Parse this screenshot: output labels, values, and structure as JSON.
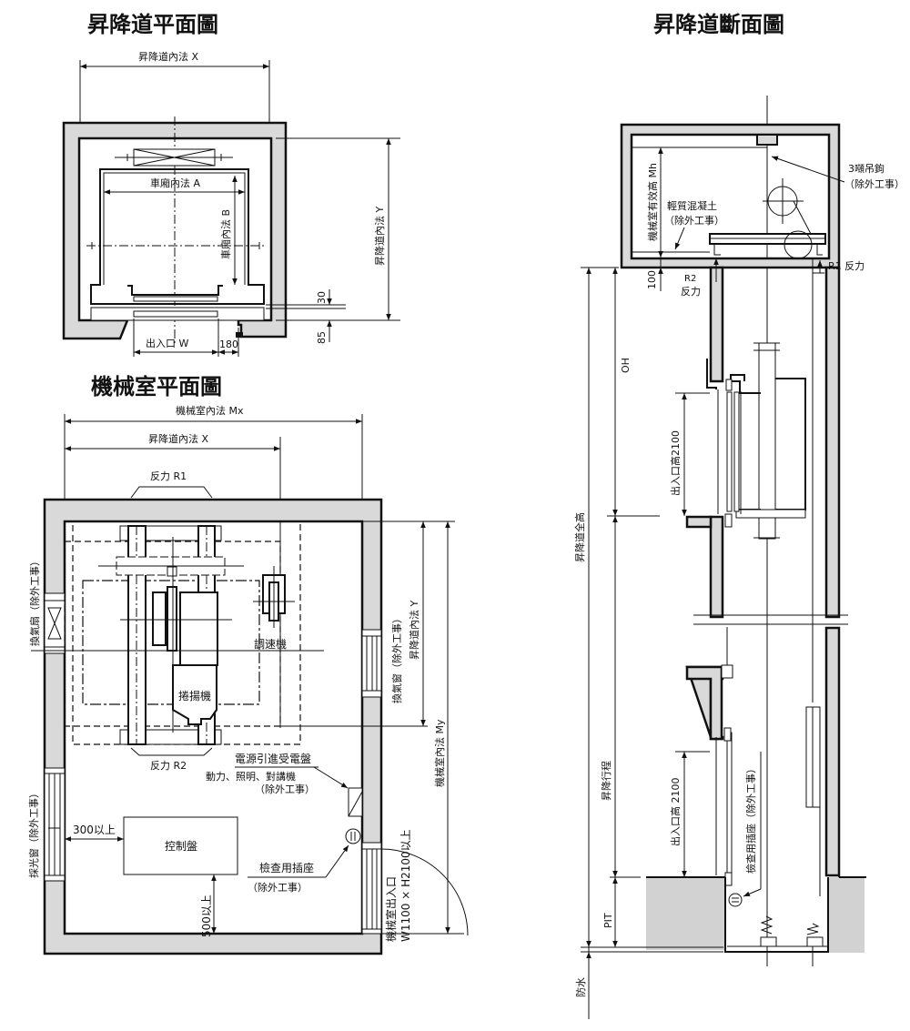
{
  "titles": {
    "hoistway_plan": "昇降道平面圖",
    "hoistway_section": "昇降道斷面圖",
    "machine_room_plan": "機械室平面圖"
  },
  "hoistway_plan": {
    "hoistway_inner_x": "昇降道內法 X",
    "hoistway_inner_y": "昇降道內法 Y",
    "car_inner_a": "車廂內法 A",
    "car_inner_b": "車廂內法 B",
    "entrance_w": "出入口 W",
    "dim_180": "180",
    "dim_30": "30",
    "dim_85": "85"
  },
  "machine_room_plan": {
    "room_inner_mx": "機械室內法 Mx",
    "room_inner_my": "機械室內法 My",
    "hoistway_inner_x": "昇降道內法 X",
    "hoistway_inner_y": "昇降道內法 Y",
    "reaction_r1": "反力 R1",
    "reaction_r2": "反力 R2",
    "governor": "調速機",
    "traction_machine": "捲揚機",
    "exhaust_fan": "換氣扇（除外工事）",
    "vent_window": "換氣窗（除外工事）",
    "skylight_window": "採光窗（除外工事）",
    "power_panel_title": "電源引進受電盤",
    "power_panel_desc": "動力、照明、對講機",
    "power_panel_note": "（除外工事）",
    "control_panel": "控制盤",
    "clearance_300": "300以上",
    "clearance_500": "500以上",
    "inspection_outlet": "檢查用插座",
    "inspection_outlet_note": "（除外工事）",
    "entrance_label": "機械室出入口",
    "entrance_size": "W1100 × H2100以上"
  },
  "hoistway_section": {
    "hoist_hook": "3噸吊鉤",
    "hoist_hook_note": "（除外工事）",
    "light_concrete": "輕質混凝土",
    "light_concrete_note": "（除外工事）",
    "effective_height_mh": "機械室有效高 Mh",
    "dim_100": "100",
    "reaction_r1": "R1 反力",
    "reaction_r2_a": "R2",
    "reaction_r2_b": "反力",
    "overhead": "OH",
    "total_height": "昇降道全高",
    "travel": "昇降行程",
    "door_height_upper": "出入口高2100",
    "door_height_lower": "出入口高 2100",
    "inspection_outlet": "檢查用插座（除外工事）",
    "pit": "PIT",
    "waterproof": "防水"
  }
}
